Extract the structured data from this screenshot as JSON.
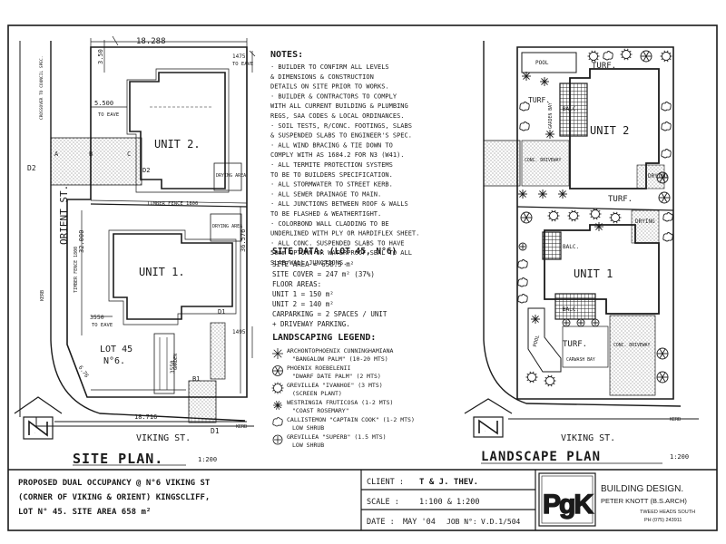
{
  "site": {
    "title": "SITE PLAN.",
    "scale": "1:200",
    "dim_top": "18.288",
    "dim_left_top": "3.50",
    "dim_left_mid": "5.500",
    "dim_left_low": "32.000",
    "dim_right": "36.576",
    "dim_bottom": "18.716",
    "dim_right_top": "1475",
    "dim_right_low": "1495",
    "dim_b1": "3550",
    "dim_b2": "3550",
    "dim_chamfer": "6.76",
    "label_tobase_1": "TO EAVE",
    "label_tobase_2": "TO EAVE",
    "label_tobase_3": "TO EAVE",
    "unit2": "UNIT 2.",
    "unit1": "UNIT 1.",
    "lot": "LOT 45",
    "no": "N°6.",
    "street_left": "ORIENT ST.",
    "street_bottom": "VIKING ST.",
    "fence": "TIMBER FENCE 1800",
    "fence_left": "TIMBER FENCE 1800",
    "drying": "DRYING AREA",
    "drying_2": "DRYING AREA",
    "garden": "GARDEN",
    "kerb": "KERB",
    "kerb_2": "KERB",
    "crossover": "CROSSOVER TO COUNCIL SPEC.",
    "mark_d1": "D1",
    "mark_d2": "D2",
    "mark_b1": "B1",
    "mark_a": "A",
    "mark_b": "B",
    "mark_c": "C",
    "north": "N"
  },
  "notes": {
    "heading": "NOTES:",
    "lines": [
      "· BUILDER TO CONFIRM ALL LEVELS",
      "& DIMENSIONS & CONSTRUCTION",
      "DETAILS ON SITE PRIOR TO WORKS.",
      "· BUILDER & CONTRACTORS TO COMPLY",
      "WITH ALL CURRENT BUILDING & PLUMBING",
      "REGS, SAA CODES & LOCAL ORDINANCES.",
      "· SOIL TESTS, R/CONC. FOOTINGS, SLABS",
      "& SUSPENDED SLABS TO ENGINEER'S SPEC.",
      "· ALL WIND BRACING & TIE DOWN TO",
      "COMPLY WITH AS 1684.2 FOR N3 (W41).",
      "· ALL TERMITE PROTECTION SYSTEMS",
      "TO BE TO BUILDERS SPECIFICATION.",
      "· ALL STORMWATER TO STREET KERB.",
      "· ALL SEWER DRAINAGE TO MAIN.",
      "· ALL JUNCTIONS BETWEEN ROOF & WALLS",
      "TO BE FLASHED & WEATHERTIGHT.",
      "· COLORBOND WALL CLADDING TO BE",
      "UNDERLINED WITH PLY OR HARDIFLEX SHEET.",
      "· ALL CONC. SUSPENDED SLABS TO HAVE",
      "50mm UPTURN OR WATERPROOF SEAL TO ALL",
      "SLAB/WALL JUNCTIONS."
    ]
  },
  "site_data": {
    "heading": "SITE DATA: (LOT 45, N°6)",
    "lines": [
      "SITE AREA = 658.5 m²",
      "SITE COVER = 247 m² (37%)",
      "FLOOR AREAS:",
      "UNIT 1 = 150 m²",
      "UNIT 2 = 140 m²",
      "CARPARKING = 2 SPACES / UNIT",
      "+ DRIVEWAY PARKING."
    ]
  },
  "legend": {
    "heading": "LANDSCAPING LEGEND:",
    "items": [
      {
        "l1": "ARCHONTOPHOENIX CUNNINGHAMIANA",
        "l2": "\"BANGALOW PALM\" (10-20 MTS)"
      },
      {
        "l1": "PHOENIX ROEBELENII",
        "l2": "\"DWARF DATE PALM\" (2 MTS)"
      },
      {
        "l1": "GREVILLEA \"IVANHOE\" (3 MTS)",
        "l2": "(SCREEN PLANT)"
      },
      {
        "l1": "WESTRINGIA FRUTICOSA (1-2 MTS)",
        "l2": "\"COAST ROSEMARY\""
      },
      {
        "l1": "CALLISTEMON \"CAPTAIN COOK\" (1-2 MTS)",
        "l2": "LOW SHRUB"
      },
      {
        "l1": "GREVILLEA \"SUPERB\" (1.5 MTS)",
        "l2": "LOW SHRUB"
      }
    ]
  },
  "landscape": {
    "title": "LANDSCAPE PLAN",
    "scale": "1:200",
    "unit2": "UNIT 2",
    "unit1": "UNIT 1",
    "pool": "POOL",
    "pool_2": "POOL",
    "turf": "TURF.",
    "turf_2": "TURF.",
    "turf_3": "TURF.",
    "balc": "BALC.",
    "balc_2": "BALC.",
    "balc_3": "BALC.",
    "drying": "DRYING",
    "drying_2": "DRYING",
    "driveway": "CONC. DRIVEWAY",
    "driveway_2": "CONC. DRIVEWAY",
    "garden_bay": "GARDEN BAY",
    "carwash": "CARWASH BAY",
    "street": "VIKING ST.",
    "kerb": "KERB",
    "north": "N"
  },
  "title_block": {
    "project_l1": "PROPOSED DUAL OCCUPANCY @ N°6 VIKING ST",
    "project_l2": "(CORNER OF VIKING & ORIENT) KINGSCLIFF,",
    "project_l3": "LOT N° 45. SITE AREA 658 m²",
    "client_label": "CLIENT :",
    "client": "T & J. THEV.",
    "scale_label": "SCALE :",
    "scale": "1:100 & 1:200",
    "date_label": "DATE :",
    "date": "MAY '04",
    "job_label": "JOB N°:",
    "job": "V.D.1/504",
    "logo": "PgK",
    "firm": "BUILDING DESIGN.",
    "designer": "PETER KNOTT (B.S.ARCH)",
    "address": "TWEED HEADS SOUTH",
    "phone": "PH (075) 243911"
  }
}
